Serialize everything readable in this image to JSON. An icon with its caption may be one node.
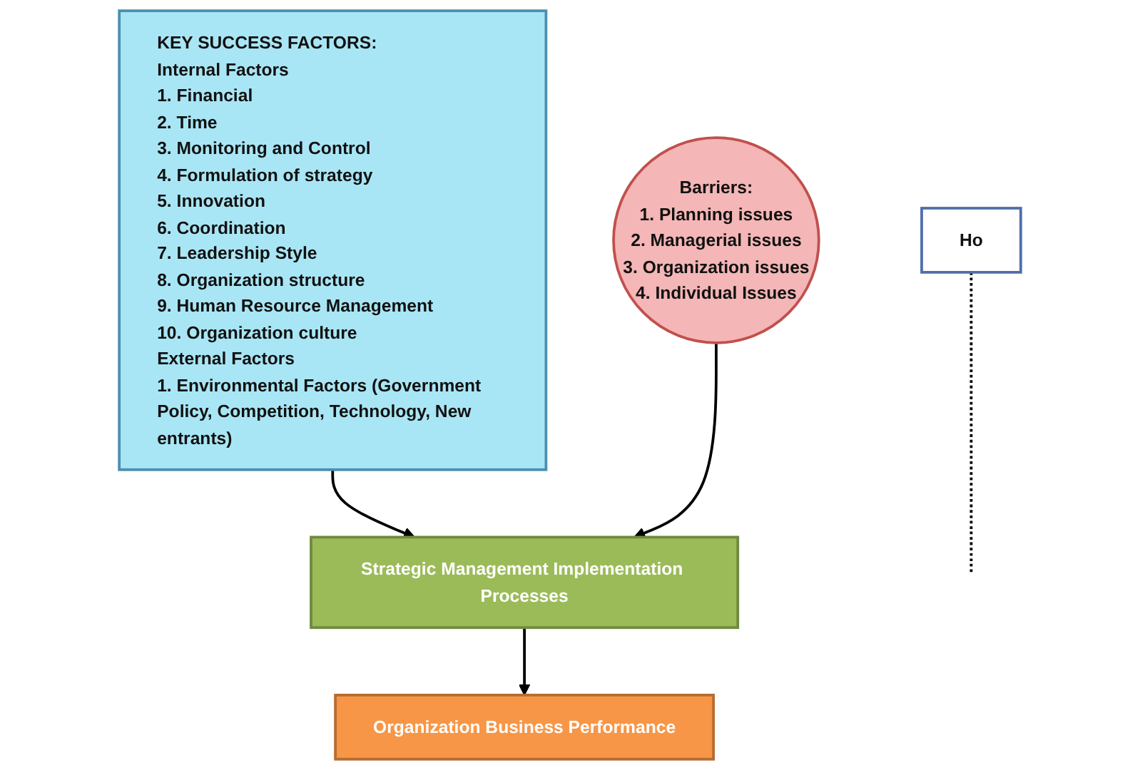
{
  "diagram": {
    "nodes": [
      {
        "text": [
          "KEY SUCCESS FACTORS:",
          "Internal Factors",
          "1. Financial",
          "2. Time",
          "3. Monitoring and Control",
          "4. Formulation of strategy",
          "5. Innovation",
          "6. Coordination",
          "7. Leadership Style",
          "8. Organization structure",
          "9. Human Resource Management",
          "10. Organization culture",
          "External Factors",
          "1. Environmental Factors (Government Policy, Competition, Technology, New entrants)"
        ]
      },
      {
        "text": [
          "Strategic Management Implementation Processes"
        ]
      },
      {
        "text": [
          "Barriers:",
          "1. Planning issues",
          "2. Managerial issues",
          "3. Organization issues",
          "4. Individual Issues"
        ]
      },
      {
        "text": [
          "Ho"
        ]
      },
      {
        "text": [
          "Organization Business Performance"
        ]
      }
    ],
    "edges": [
      {
        "from": 0,
        "to": 1,
        "arrow": "to"
      },
      {
        "from": 2,
        "to": 1,
        "arrow": "to"
      },
      {
        "from": 1,
        "to": 4,
        "arrow": "to"
      },
      {
        "from": 3,
        "to": null,
        "arrow": "none",
        "style": "dashed"
      }
    ]
  }
}
